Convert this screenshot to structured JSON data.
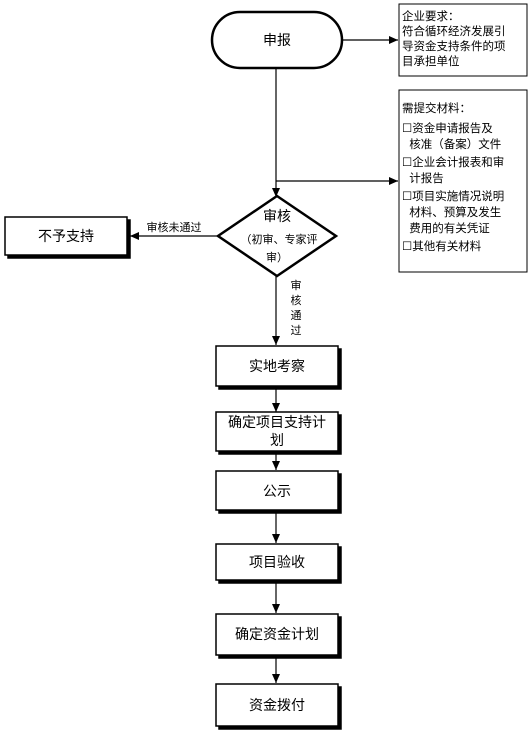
{
  "nodes": {
    "apply": "申报",
    "review_line1": "审核",
    "review_line2": "（初审、专家评",
    "review_line3": "审）",
    "reject": "不予支持",
    "inspect": "实地考察",
    "plan_line1": "确定项目支持计",
    "plan_line2": "划",
    "publicity": "公示",
    "acceptance": "项目验收",
    "fund_plan": "确定资金计划",
    "disburse": "资金拨付"
  },
  "edges": {
    "fail": "审核未通过",
    "pass_chars": [
      "审",
      "核",
      "通",
      "过"
    ]
  },
  "notes": {
    "requirements": {
      "title": "企业要求：",
      "lines": [
        "符合循环经济发展引",
        "导资金支持条件的项",
        "目承担单位"
      ]
    },
    "materials": {
      "title": "需提交材料：",
      "lines": [
        "☐资金申请报告及",
        "  核准（备案）文件",
        "☐企业会计报表和审",
        "  计报告",
        "☐项目实施情况说明",
        "  材料、预算及发生",
        "  费用的有关凭证",
        "☐其他有关材料"
      ]
    }
  }
}
